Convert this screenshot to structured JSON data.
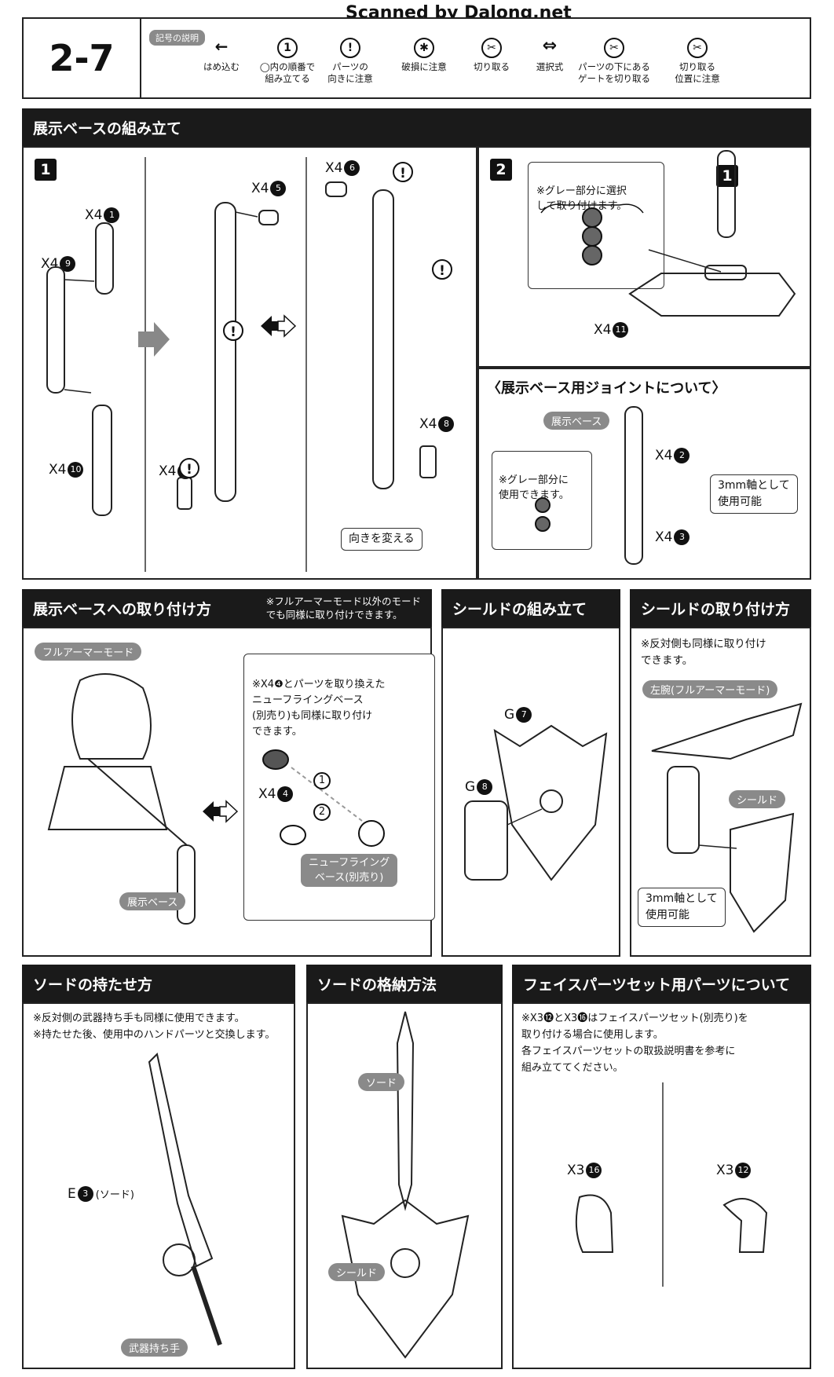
{
  "scan_credit": "Scanned by Dalong.net",
  "step_id": "2-7",
  "legend": {
    "title": "記号の説明",
    "items": [
      {
        "icon": "arrow-left-icon",
        "label": "はめ込む"
      },
      {
        "icon": "circled-1-icon",
        "label": "◯内の順番で\n組み立てる"
      },
      {
        "icon": "exclamation-icon",
        "label": "パーツの\n向きに注意"
      },
      {
        "icon": "break-warning-icon",
        "label": "破損に注意"
      },
      {
        "icon": "cut-icon",
        "label": "切り取る"
      },
      {
        "icon": "select-arrow-icon",
        "label": "選択式"
      },
      {
        "icon": "cut-gate-icon",
        "label": "パーツの下にある\nゲートを切り取る"
      },
      {
        "icon": "cut-position-icon",
        "label": "切り取る\n位置に注意"
      }
    ]
  },
  "base_assembly": {
    "title": "展示ベースの組み立て",
    "step1": {
      "num": "1",
      "labels": {
        "p1": "X4",
        "p9": "X4",
        "p10": "X4",
        "p5": "X4",
        "p7": "X4",
        "p6": "X4",
        "p8": "X4"
      },
      "part_numbers": {
        "p1": "1",
        "p9": "9",
        "p10": "10",
        "p5": "5",
        "p7": "7",
        "p6": "6",
        "p8": "8"
      },
      "callout": "向きを変える"
    },
    "step2": {
      "num": "2",
      "note": "※グレー部分に選択\nして取り付けます。",
      "ref_step": "1",
      "base_label": "X4",
      "base_num": "11"
    },
    "joint": {
      "title": "〈展示ベース用ジョイントについて〉",
      "pill": "展示ベース",
      "note": "※グレー部分に\n使用できます。",
      "p2_label": "X4",
      "p2_num": "2",
      "p3_label": "X4",
      "p3_num": "3",
      "callout": "3mm軸として\n使用可能"
    }
  },
  "mount": {
    "title": "展示ベースへの取り付け方",
    "header_note": "※フルアーマーモード以外のモード\nでも同様に取り付けできます。",
    "mode_pill": "フルアーマーモード",
    "inset_note": "※X4❹とパーツを取り換えた\nニューフライングベース\n(別売り)も同様に取り付け\nできます。",
    "p4_label": "X4",
    "p4_num": "4",
    "step_a": "1",
    "step_b": "2",
    "flying_base": "ニューフライング\nベース(別売り)",
    "base_pill": "展示ベース"
  },
  "shield_assembly": {
    "title": "シールドの組み立て",
    "g7_label": "G",
    "g7_num": "7",
    "g8_label": "G",
    "g8_num": "8"
  },
  "shield_mount": {
    "title": "シールドの取り付け方",
    "note": "※反対側も同様に取り付け\nできます。",
    "arm_pill": "左腕(フルアーマーモード)",
    "shield_pill": "シールド",
    "callout": "3mm軸として\n使用可能"
  },
  "sword_hold": {
    "title": "ソードの持たせ方",
    "note": "※反対側の武器持ち手も同様に使用できます。\n※持たせた後、使用中のハンドパーツと交換します。",
    "e3_label": "E",
    "e3_num": "3",
    "e3_suffix": "(ソード)",
    "hand_pill": "武器持ち手"
  },
  "sword_store": {
    "title": "ソードの格納方法",
    "sword_pill": "ソード",
    "shield_pill": "シールド"
  },
  "face_parts": {
    "title": "フェイスパーツセット用パーツについて",
    "note": "※X3⓬とX3⓰はフェイスパーツセット(別売り)を\n取り付ける場合に使用します。\n各フェイスパーツセットの取扱説明書を参考に\n組み立ててください。",
    "p16_label": "X3",
    "p16_num": "16",
    "p12_label": "X3",
    "p12_num": "12"
  }
}
